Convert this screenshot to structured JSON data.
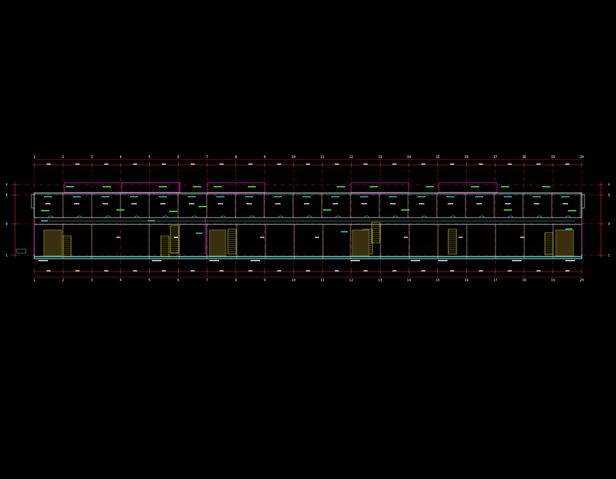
{
  "drawing": {
    "title": "",
    "scale": "",
    "notes": [
      "",
      "",
      ""
    ]
  },
  "grid": {
    "columns": [
      "1",
      "2",
      "3",
      "4",
      "5",
      "6",
      "7",
      "8",
      "9",
      "10",
      "11",
      "12",
      "13",
      "14",
      "15",
      "16",
      "17",
      "18",
      "19",
      "20"
    ],
    "rows": [
      "C",
      "D",
      "E",
      "F"
    ]
  },
  "colors": {
    "background": "#000000",
    "axis_line": "#ff2020",
    "wall": "#e8e8e8",
    "pipe_cyan": "#2ef2f2",
    "accent_magenta": "#e020e0",
    "stair_yellow": "#f0e020",
    "label_green": "#40ff40",
    "dimension_red": "#ff3030"
  }
}
